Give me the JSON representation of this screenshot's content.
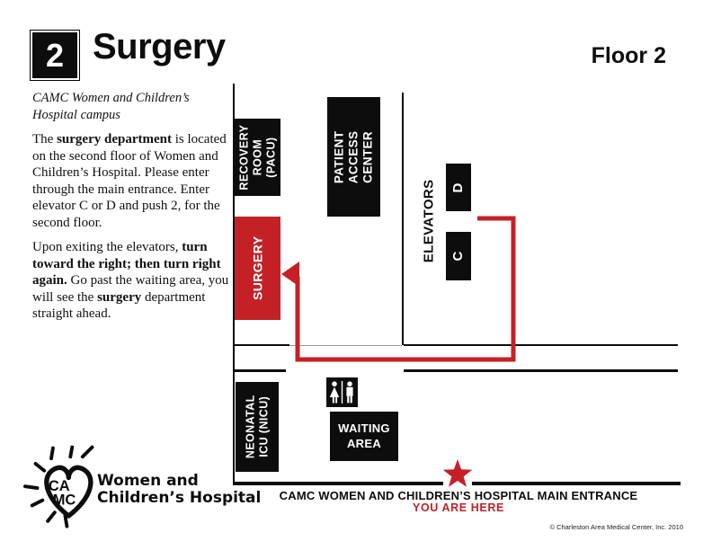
{
  "header": {
    "badge_number": "2",
    "title": "Surgery",
    "floor_label": "Floor 2"
  },
  "directions": {
    "campus_note": "CAMC Women and Children’s\nHospital campus",
    "paragraph1": [
      {
        "t": "The ",
        "b": false
      },
      {
        "t": "surgery department",
        "b": true
      },
      {
        "t": " is located on the second floor of Women and Children’s Hospital. Please enter through the main entrance. Enter elevator C or D and push 2, for the second floor.",
        "b": false
      }
    ],
    "paragraph2": [
      {
        "t": "Upon exiting the elevators, ",
        "b": false
      },
      {
        "t": "turn toward the right; then turn right again.",
        "b": true
      },
      {
        "t": " Go past the waiting area,  you will see the ",
        "b": false
      },
      {
        "t": "surgery",
        "b": true
      },
      {
        "t": " department straight ahead.",
        "b": false
      }
    ]
  },
  "map": {
    "rooms": {
      "recovery_room": "RECOVERY\nROOM\n(PACU)",
      "surgery": "SURGERY",
      "patient_access_center": "PATIENT\nACCESS CENTER",
      "elevators_label": "ELEVATORS",
      "elevator_d": "D",
      "elevator_c": "C",
      "neonatal_icu": "NEONATAL\nICU (NICU)",
      "waiting_area": "WAITING\nAREA"
    },
    "entrance_label": "CAMC WOMEN AND CHILDREN’S HOSPITAL MAIN ENTRANCE",
    "you_are_here_label": "YOU ARE HERE"
  },
  "branding": {
    "monogram_top": "CA",
    "monogram_bottom": "MC",
    "logo_text": "Women and\nChildren’s Hospital",
    "copyright": "© Charleston Area Medical Center, Inc. 2010"
  },
  "colors": {
    "accent_red": "#c42127",
    "ink_black": "#0d0d0d",
    "faint_line_gray": "#9a9a9a"
  }
}
